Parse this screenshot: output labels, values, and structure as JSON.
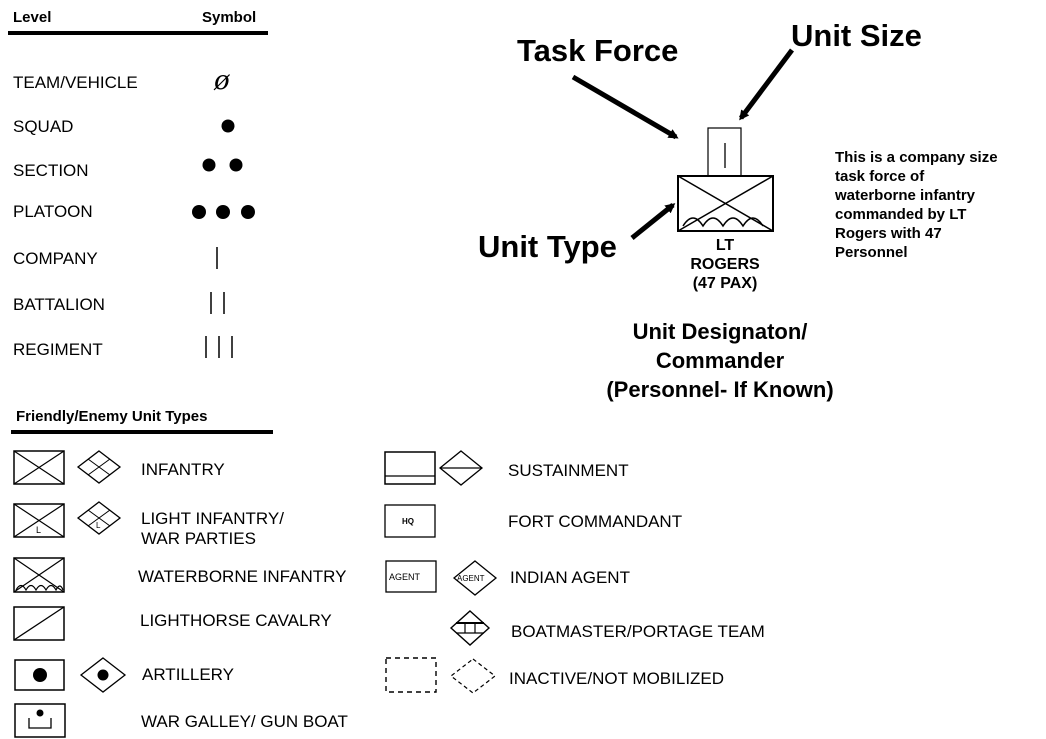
{
  "levels": {
    "header_level": "Level",
    "header_symbol": "Symbol",
    "items": [
      {
        "name": "TEAM/VEHICLE",
        "symbol": "ø"
      },
      {
        "name": "SQUAD",
        "symbol": "●"
      },
      {
        "name": "SECTION",
        "symbol": "● ●"
      },
      {
        "name": "PLATOON",
        "symbol": "● ● ●"
      },
      {
        "name": "COMPANY",
        "symbol": "|"
      },
      {
        "name": "BATTALION",
        "symbol": "||"
      },
      {
        "name": "REGIMENT",
        "symbol": "|||"
      }
    ]
  },
  "example": {
    "task_force_label": "Task Force",
    "unit_size_label": "Unit Size",
    "unit_type_label": "Unit Type",
    "designation_lines": [
      "LT",
      "ROGERS",
      "(47 PAX)"
    ],
    "caption_lines": [
      "Unit Designaton/",
      "Commander",
      "(Personnel- If Known)"
    ],
    "description_lines": [
      "This is a company size",
      "task force of",
      "waterborne infantry",
      "commanded by LT",
      "Rogers with 47",
      "Personnel"
    ]
  },
  "unit_types": {
    "header": "Friendly/Enemy Unit Types",
    "left": [
      {
        "label_lines": [
          "INFANTRY"
        ],
        "icon": "infantry-icon"
      },
      {
        "label_lines": [
          "LIGHT INFANTRY/",
          "WAR PARTIES"
        ],
        "icon": "light-infantry-icon"
      },
      {
        "label_lines": [
          "WATERBORNE INFANTRY"
        ],
        "icon": "waterborne-infantry-icon"
      },
      {
        "label_lines": [
          "LIGHTHORSE CAVALRY"
        ],
        "icon": "cavalry-icon"
      },
      {
        "label_lines": [
          "ARTILLERY"
        ],
        "icon": "artillery-icon"
      },
      {
        "label_lines": [
          "WAR GALLEY/ GUN BOAT"
        ],
        "icon": "gun-boat-icon"
      }
    ],
    "right": [
      {
        "label_lines": [
          "SUSTAINMENT"
        ],
        "icon": "sustainment-icon"
      },
      {
        "label_lines": [
          "FORT COMMANDANT"
        ],
        "icon": "fort-commandant-icon",
        "icon_text": "HQ"
      },
      {
        "label_lines": [
          "INDIAN AGENT"
        ],
        "icon": "indian-agent-icon",
        "icon_text": "AGENT"
      },
      {
        "label_lines": [
          "BOATMASTER/PORTAGE TEAM"
        ],
        "icon": "boatmaster-icon"
      },
      {
        "label_lines": [
          "INACTIVE/NOT MOBILIZED"
        ],
        "icon": "inactive-icon"
      }
    ]
  },
  "l_letter": "L"
}
